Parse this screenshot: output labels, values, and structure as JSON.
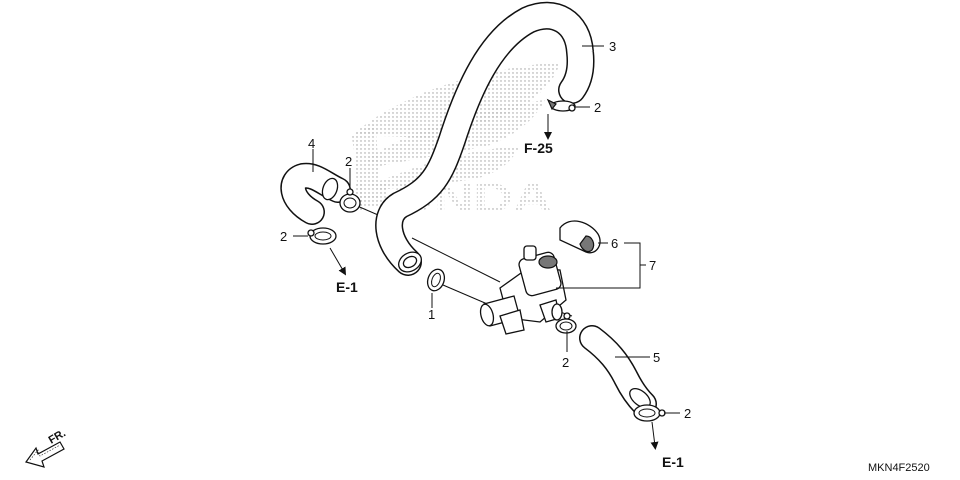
{
  "callouts": {
    "c1": "1",
    "c2a": "2",
    "c2b": "2",
    "c2c": "2",
    "c2d": "2",
    "c2e": "2",
    "c3": "3",
    "c4": "4",
    "c5": "5",
    "c6": "6",
    "c7": "7"
  },
  "references": {
    "f25": "F-25",
    "e1_left": "E-1",
    "e1_bottom": "E-1"
  },
  "direction": {
    "front": "FR."
  },
  "diagram_code": "MKN4F2520",
  "watermark_logo": "HONDA"
}
